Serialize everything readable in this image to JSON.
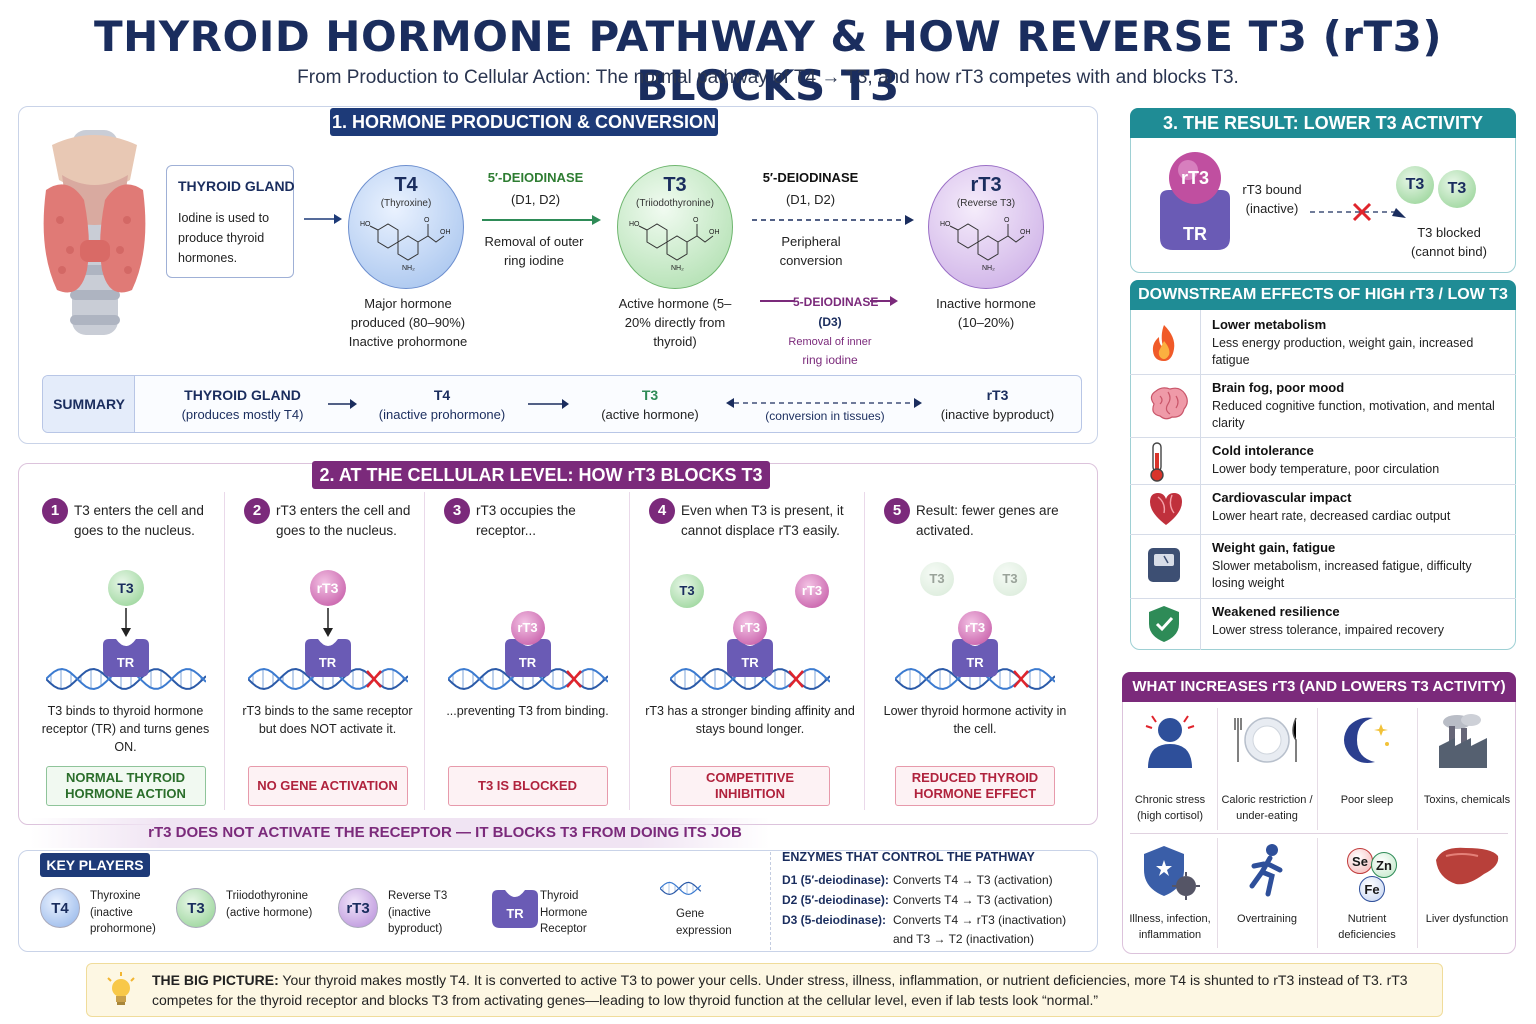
{
  "title": "THYROID HORMONE PATHWAY & HOW REVERSE T3 (rT3) BLOCKS T3",
  "subtitle": "From Production to Cellular Action: The normal pathway of T4 → T3, and how rT3 competes with and blocks T3.",
  "section1": {
    "header": "1. HORMONE PRODUCTION & CONVERSION",
    "gland_title": "THYROID GLAND",
    "gland_text": "Iodine is used to produce thyroid hormones.",
    "t4": {
      "name": "T4",
      "sub": "(Thyroxine)",
      "desc": "Major hormone produced (80–90%) Inactive prohormone"
    },
    "t3": {
      "name": "T3",
      "sub": "(Triiodothyronine)",
      "desc": "Active hormone (5–20% directly from thyroid)"
    },
    "rt3": {
      "name": "rT3",
      "sub": "(Reverse T3)",
      "desc": "Inactive hormone (10–20%)"
    },
    "enz1_title": "5′-DEIODINASE",
    "enz1_sub": "(D1, D2)",
    "enz1_desc": "Removal of outer ring iodine",
    "enz2_title": "5′-DEIODINASE",
    "enz2_sub": "(D1, D2)",
    "enz2_desc": "Peripheral conversion",
    "enz3_title": "5-DEIODINASE",
    "enz3_sub": "(D3)",
    "enz3_desc1": "Removal of inner",
    "enz3_desc2": "ring iodine",
    "summary": {
      "label": "SUMMARY",
      "g1": "THYROID GLAND",
      "g1s": "(produces mostly T4)",
      "g2": "T4",
      "g2s": "(inactive prohormone)",
      "g3": "T3",
      "g3s": "(active hormone)",
      "conv": "(conversion in tissues)",
      "g4": "rT3",
      "g4s": "(inactive byproduct)"
    }
  },
  "section2": {
    "header": "2. AT THE CELLULAR LEVEL: HOW rT3 BLOCKS T3",
    "steps": [
      {
        "num": "1",
        "text": "T3 enters the cell and goes to the nucleus.",
        "desc": "T3 binds to thyroid hormone receptor (TR) and turns genes ON.",
        "label": "NORMAL THYROID HORMONE ACTION"
      },
      {
        "num": "2",
        "text": "rT3 enters the cell and goes to the nucleus.",
        "desc": "rT3 binds to the same receptor but does NOT activate it.",
        "label": "NO GENE ACTIVATION"
      },
      {
        "num": "3",
        "text": "rT3 occupies the receptor...",
        "desc": "...preventing T3 from binding.",
        "label": "T3 IS BLOCKED"
      },
      {
        "num": "4",
        "text": "Even when T3 is present, it cannot displace rT3 easily.",
        "desc": "rT3 has a stronger binding affinity and stays bound longer.",
        "label": "COMPETITIVE INHIBITION"
      },
      {
        "num": "5",
        "text": "Result: fewer genes are activated.",
        "desc": "Lower thyroid hormone activity in the cell.",
        "label": "REDUCED THYROID HORMONE EFFECT"
      }
    ],
    "banner": "rT3 DOES NOT ACTIVATE THE RECEPTOR — IT BLOCKS T3 FROM DOING ITS JOB",
    "tr": "TR",
    "t3": "T3",
    "rt3": "rT3"
  },
  "key": {
    "header": "KEY PLAYERS",
    "items": [
      {
        "badge": "T4",
        "text": "Thyroxine (inactive prohormone)"
      },
      {
        "badge": "T3",
        "text": "Triiodothyronine (active hormone)"
      },
      {
        "badge": "rT3",
        "text": "Reverse T3 (inactive byproduct)"
      },
      {
        "badge": "TR",
        "text": "Thyroid Hormone Receptor"
      },
      {
        "badge": "",
        "text": "Gene expression"
      }
    ]
  },
  "enzymes": {
    "header": "ENZYMES THAT CONTROL THE PATHWAY",
    "rows": [
      {
        "code": "D1 (5′-deiodinase):",
        "text": "Converts T4 → T3 (activation)"
      },
      {
        "code": "D2 (5′-deiodinase):",
        "text": "Converts T4 → T3 (activation)"
      },
      {
        "code": "D3 (5-deiodinase):",
        "text": "Converts T4 → rT3 (inactivation)"
      }
    ],
    "extra": "and T3 → T2 (inactivation)"
  },
  "result": {
    "header": "3. THE RESULT: LOWER T3 ACTIVITY",
    "rt3": "rT3",
    "tr": "TR",
    "bound": "rT3 bound (inactive)",
    "t3": "T3",
    "blocked": "T3 blocked (cannot bind)"
  },
  "effects": {
    "header": "DOWNSTREAM EFFECTS OF HIGH rT3 / LOW T3",
    "items": [
      {
        "icon": "flame-icon",
        "title": "Lower metabolism",
        "desc": "Less energy production, weight gain, increased fatigue"
      },
      {
        "icon": "brain-icon",
        "title": "Brain fog, poor mood",
        "desc": "Reduced cognitive function, motivation, and mental clarity"
      },
      {
        "icon": "thermometer-icon",
        "title": "Cold intolerance",
        "desc": "Lower body temperature, poor circulation"
      },
      {
        "icon": "heart-icon",
        "title": "Cardiovascular impact",
        "desc": "Lower heart rate, decreased cardiac output"
      },
      {
        "icon": "scale-icon",
        "title": "Weight gain, fatigue",
        "desc": "Slower metabolism, increased fatigue, difficulty losing weight"
      },
      {
        "icon": "shield-icon",
        "title": "Weakened resilience",
        "desc": "Lower stress tolerance, impaired recovery"
      }
    ]
  },
  "causes": {
    "header": "WHAT INCREASES rT3 (AND LOWERS T3 ACTIVITY)",
    "items": [
      {
        "icon": "stressed-person-icon",
        "text": "Chronic stress (high cortisol)"
      },
      {
        "icon": "plate-icon",
        "text": "Caloric restriction / under-eating"
      },
      {
        "icon": "moon-icon",
        "text": "Poor sleep"
      },
      {
        "icon": "factory-icon",
        "text": "Toxins, chemicals"
      },
      {
        "icon": "virus-shield-icon",
        "text": "Illness, infection, inflammation"
      },
      {
        "icon": "runner-icon",
        "text": "Overtraining"
      },
      {
        "icon": "minerals-icon",
        "text": "Nutrient deficiencies"
      },
      {
        "icon": "liver-icon",
        "text": "Liver dysfunction"
      }
    ],
    "se": "Se",
    "zn": "Zn",
    "fe": "Fe"
  },
  "bigpicture": {
    "label": "THE BIG PICTURE:",
    "text": "Your thyroid makes mostly T4. It is converted to active T3 to power your cells. Under stress, illness, inflammation, or nutrient deficiencies, more T4 is shunted to rT3 instead of T3. rT3 competes for the thyroid receptor and blocks T3 from activating genes—leading to low thyroid function at the cellular level, even if lab tests look “normal.”"
  },
  "colors": {
    "navy": "#1a2d5e",
    "teal": "#1f8c95",
    "purple": "#7b2a7b",
    "green": "#2e8b57",
    "pink": "#b0233d"
  }
}
